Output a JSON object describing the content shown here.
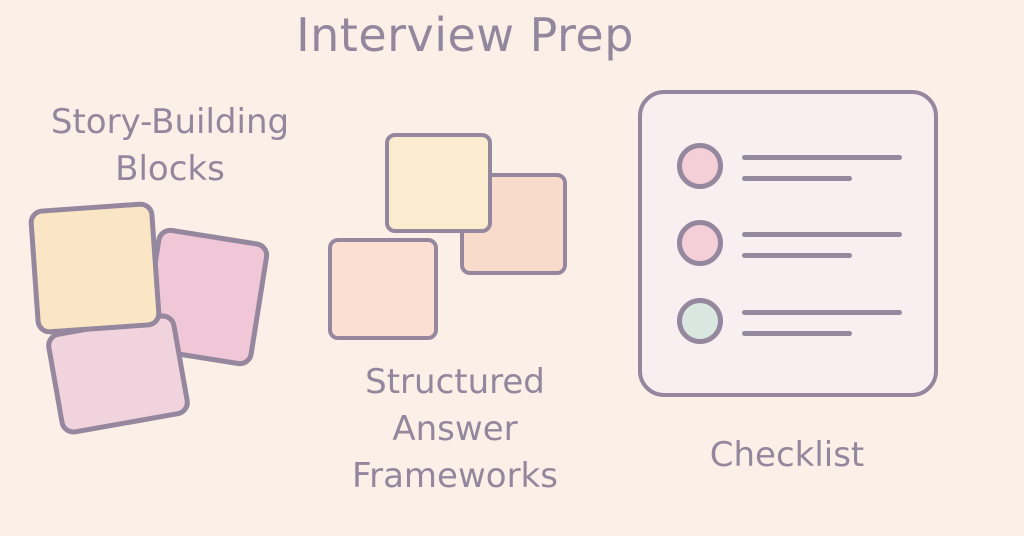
{
  "title": "Interview Prep",
  "colors": {
    "background": "#fbf0e7",
    "text": "#93879e",
    "outline": "#95889e",
    "block_yellow": "#fae6c4",
    "block_pink": "#f0c7d6",
    "block_rose": "#f1d3de",
    "block_cream": "#fbeccf",
    "block_peach_left": "#fadfd2",
    "block_peach_right": "#f8dbcb",
    "card_bg": "#f9eff1",
    "bullet_pink": "#f5cfd8",
    "bullet_mint": "#d9e7e0",
    "line": "#95899d"
  },
  "sections": {
    "story": {
      "label_line1": "Story-Building",
      "label_line2": "Blocks",
      "illustration": "overlapping-sticky-notes-icon"
    },
    "frameworks": {
      "label_line1": "Structured",
      "label_line2": "Answer",
      "label_line3": "Frameworks",
      "illustration": "stacked-frames-icon"
    },
    "checklist": {
      "label": "Checklist",
      "illustration": "checklist-card-icon",
      "rows": [
        {
          "bullet_color": "pink"
        },
        {
          "bullet_color": "pink"
        },
        {
          "bullet_color": "mint"
        }
      ]
    }
  }
}
